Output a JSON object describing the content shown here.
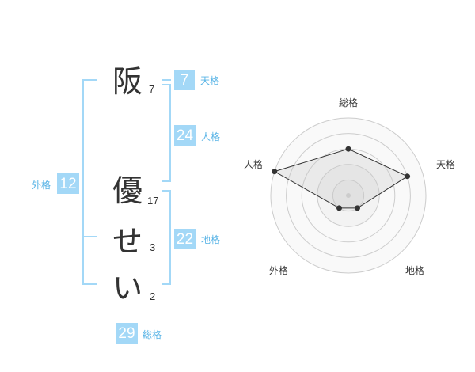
{
  "colors": {
    "accent": "#a3d8f7",
    "label": "#59b4e6",
    "text": "#333333",
    "ring": "#cccccc"
  },
  "name": {
    "chars": [
      {
        "char": "阪",
        "strokes": "7"
      },
      {
        "char": "優",
        "strokes": "17"
      },
      {
        "char": "せ",
        "strokes": "3"
      },
      {
        "char": "い",
        "strokes": "2"
      }
    ]
  },
  "fortune": {
    "tenkaku": {
      "value": "7",
      "label": "天格"
    },
    "jinkaku": {
      "value": "24",
      "label": "人格"
    },
    "chikaku": {
      "value": "22",
      "label": "地格"
    },
    "gaikaku": {
      "value": "12",
      "label": "外格"
    },
    "soukaku": {
      "value": "29",
      "label": "総格"
    }
  },
  "chart_data": {
    "type": "radar",
    "axes": [
      "総格",
      "天格",
      "地格",
      "外格",
      "人格"
    ],
    "max_rings": 5,
    "values": [
      3,
      4,
      1,
      1,
      5
    ]
  }
}
